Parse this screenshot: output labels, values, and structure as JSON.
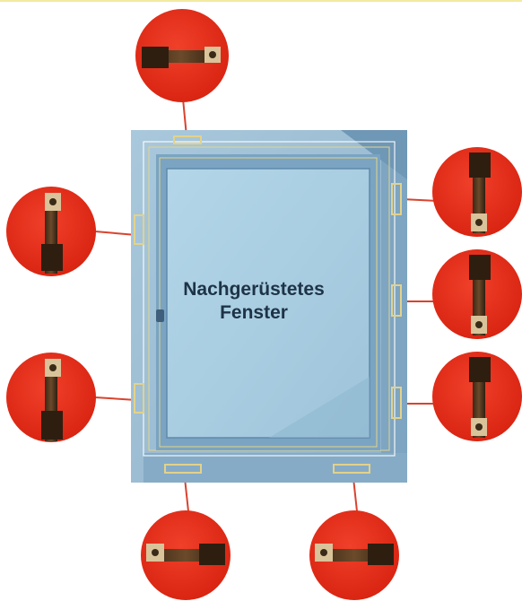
{
  "diagram": {
    "label_line1": "Nachgerüstetes",
    "label_line2": "Fenster",
    "colors": {
      "frame": "#9dbdd3",
      "sash": "#78a3c2",
      "glass": "#a8cde0",
      "hardware_outline": "#e3d28a",
      "callout_circle": "#e12d17",
      "hardware_part": "#4a3422"
    },
    "callouts": [
      {
        "name": "callout-top-hinge",
        "orientation": "horizontal"
      },
      {
        "name": "callout-left-upper",
        "orientation": "vertical"
      },
      {
        "name": "callout-left-lower",
        "orientation": "vertical"
      },
      {
        "name": "callout-right-upper",
        "orientation": "vertical"
      },
      {
        "name": "callout-right-middle",
        "orientation": "vertical"
      },
      {
        "name": "callout-right-lower",
        "orientation": "vertical"
      },
      {
        "name": "callout-bottom-left",
        "orientation": "horizontal"
      },
      {
        "name": "callout-bottom-right",
        "orientation": "horizontal"
      }
    ]
  }
}
